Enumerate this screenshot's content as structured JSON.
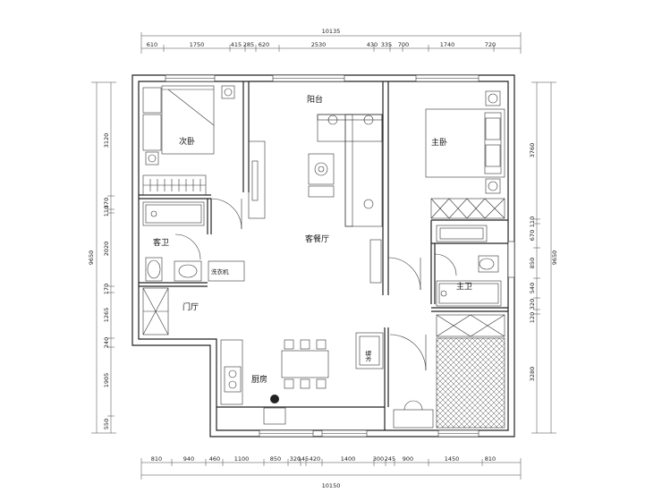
{
  "title": "",
  "dimensions": {
    "top_total": "10135",
    "top_segments": [
      "610",
      "1750",
      "415",
      "285",
      "620",
      "2530",
      "430",
      "335",
      "700",
      "1740",
      "720"
    ],
    "bottom_total": "10150",
    "bottom_segments": [
      "810",
      "940",
      "460",
      "1100",
      "850",
      "320",
      "145",
      "420",
      "1400",
      "300",
      "245",
      "900",
      "1450",
      "810"
    ],
    "left_total": "9650",
    "left_segments": [
      "3120",
      "370",
      "110",
      "2020",
      "170",
      "1265",
      "240",
      "1905",
      "550"
    ],
    "right_total": "9650",
    "right_segments": [
      "3760",
      "110",
      "670",
      "850",
      "540",
      "320",
      "120",
      "3280"
    ]
  },
  "rooms": {
    "balcony": "阳台",
    "second_bedroom": "次卧",
    "master_bedroom": "主卧",
    "guest_bath": "客卫",
    "living_dining": "客餐厅",
    "master_bath": "主卫",
    "entrance": "门厅",
    "kitchen": "厨房"
  },
  "labels": {
    "washer": "洗衣机",
    "fridge": "冰箱"
  }
}
